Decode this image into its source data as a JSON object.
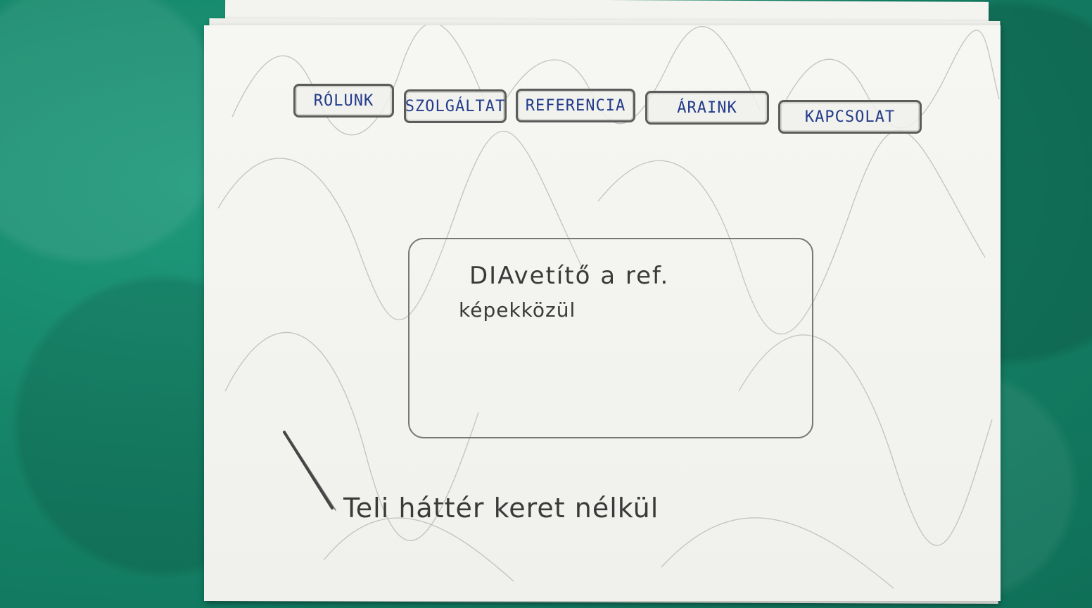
{
  "nav": {
    "items": [
      {
        "label": "RÓLUNK"
      },
      {
        "label": "SZOLGÁLTAT"
      },
      {
        "label": "REFERENCIA"
      },
      {
        "label": "ÁRAINK"
      },
      {
        "label": "KAPCSOLAT"
      }
    ]
  },
  "slideshow": {
    "line1": "DIAvetítő a ref.",
    "line2": "képekközül"
  },
  "note": {
    "text": "Teli háttér keret nélkül"
  }
}
